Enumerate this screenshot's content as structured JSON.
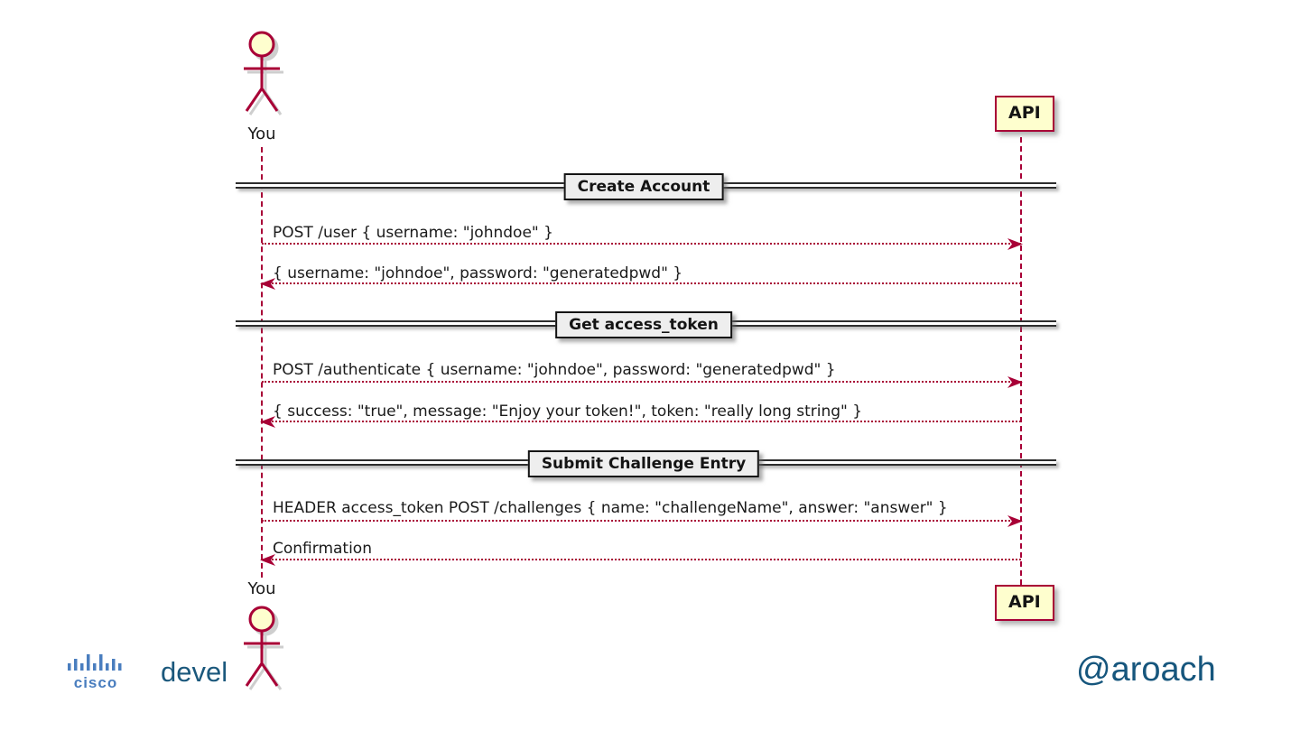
{
  "diagram": {
    "type": "sequence",
    "style": "plantuml",
    "participants": {
      "user": {
        "label": "You",
        "shape": "actor"
      },
      "api": {
        "label": "API",
        "shape": "box"
      }
    },
    "sections": [
      {
        "title": "Create Account",
        "messages": [
          {
            "text": "POST /user { username: \"johndoe\" }",
            "from": "You",
            "to": "API",
            "direction": "right",
            "line": "dotted"
          },
          {
            "text": "{ username: \"johndoe\", password: \"generatedpwd\" }",
            "from": "API",
            "to": "You",
            "direction": "left",
            "line": "dotted"
          }
        ]
      },
      {
        "title": "Get access_token",
        "messages": [
          {
            "text": "POST /authenticate { username: \"johndoe\", password: \"generatedpwd\" }",
            "from": "You",
            "to": "API",
            "direction": "right",
            "line": "dotted"
          },
          {
            "text": "{ success: \"true\", message: \"Enjoy your token!\", token: \"really long string\" }",
            "from": "API",
            "to": "You",
            "direction": "left",
            "line": "dotted"
          }
        ]
      },
      {
        "title": "Submit Challenge Entry",
        "messages": [
          {
            "text": "HEADER access_token POST /challenges { name: \"challengeName\", answer: \"answer\" }",
            "from": "You",
            "to": "API",
            "direction": "right",
            "line": "dotted"
          },
          {
            "text": "Confirmation",
            "from": "API",
            "to": "You",
            "direction": "left",
            "line": "dotted"
          }
        ]
      }
    ]
  },
  "footer": {
    "brand": "cisco",
    "brand_suffix": "devel",
    "handle": "@aroach"
  },
  "colors": {
    "accent_crimson": "#A80036",
    "participant_fill": "#FEFECE",
    "divider_fill": "#EEEEEE",
    "divider_line": "#2e2e2e",
    "cisco_blue": "#4a7ebf",
    "footer_dark_blue": "#1b587c",
    "handle_dark_blue": "#16567d",
    "background": "#ffffff"
  }
}
